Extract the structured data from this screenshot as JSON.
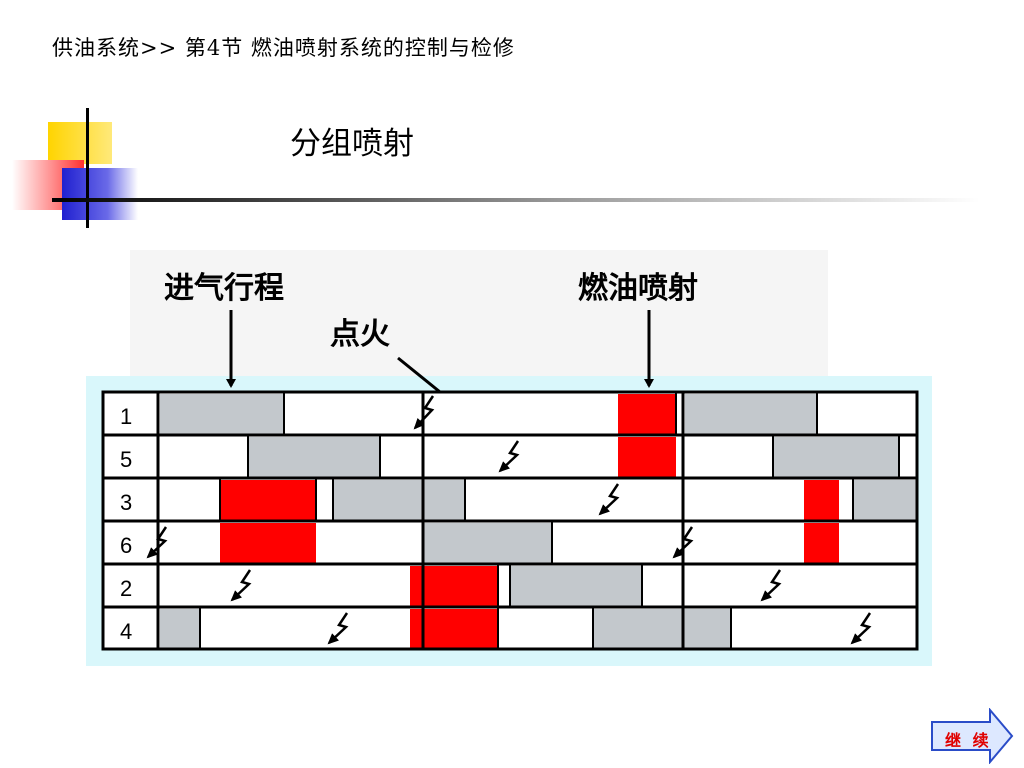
{
  "breadcrumb": "供油系统>> 第4节 燃油喷射系统的控制与检修",
  "title": "分组喷射",
  "labels": {
    "intake_stroke": "进气行程",
    "ignition": "点火",
    "fuel_injection": "燃油喷射"
  },
  "cylinders": [
    "1",
    "5",
    "3",
    "6",
    "2",
    "4"
  ],
  "continue_label": "继 续",
  "colors": {
    "intake": "#c3c8cc",
    "injection": "#ff0000",
    "frame_bg": "#d9f7fb",
    "deco_yellow": "#ffd400",
    "deco_blue": "#3a3ad8",
    "deco_red": "#ff4040",
    "button_fill": "#dde8ff",
    "button_stroke": "#2a4cc8"
  }
}
